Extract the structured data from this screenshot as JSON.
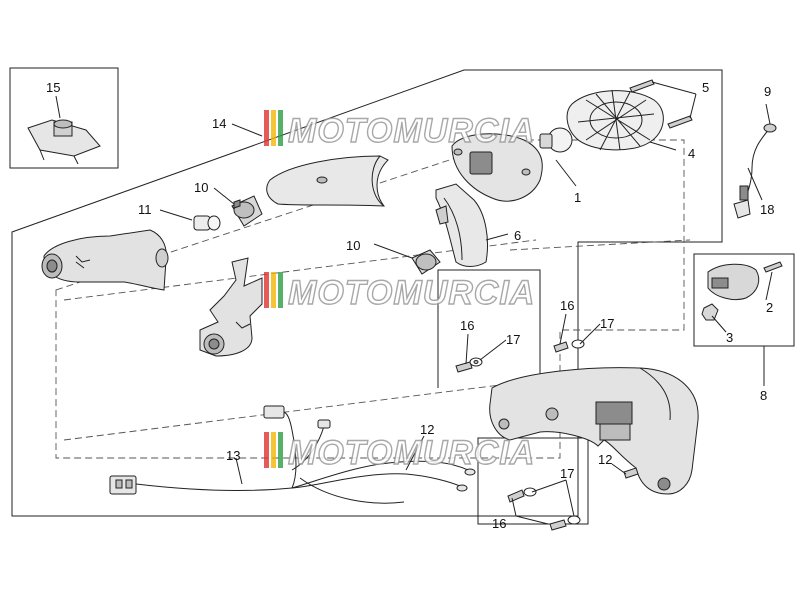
{
  "watermark": {
    "text": "MOTOMURCIA",
    "stripe_colors": [
      "#e03131",
      "#f2b705",
      "#2f9e44"
    ]
  },
  "callouts": {
    "c1": "1",
    "c2": "2",
    "c3": "3",
    "c4": "4",
    "c5": "5",
    "c6": "6",
    "c8": "8",
    "c9": "9",
    "c10a": "10",
    "c10b": "10",
    "c11": "11",
    "c12a": "12",
    "c12b": "12",
    "c13": "13",
    "c14": "14",
    "c15": "15",
    "c16a": "16",
    "c16b": "16",
    "c16c": "16",
    "c17a": "17",
    "c17b": "17",
    "c17c": "17",
    "c18": "18"
  },
  "colors": {
    "line": "#222222",
    "part_fill": "#e6e6e6",
    "part_dark": "#8c8c8c",
    "background": "#ffffff"
  }
}
